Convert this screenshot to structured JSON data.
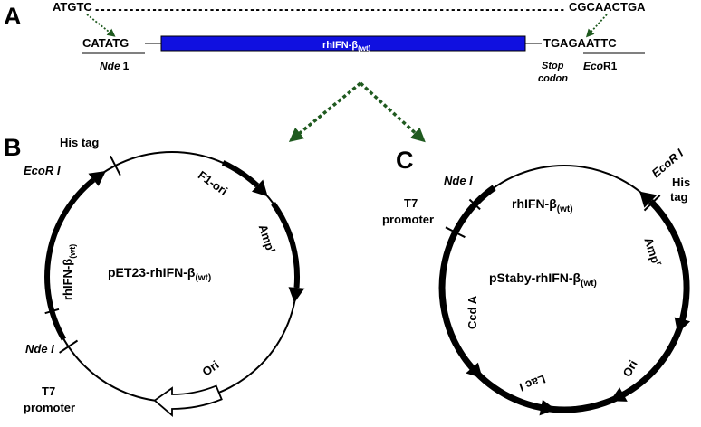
{
  "panel_labels": {
    "a": "A",
    "b": "B",
    "c": "C"
  },
  "panel_a": {
    "seq_start": "ATGTC",
    "seq_dots": "..................................................................................",
    "seq_end": "CGCAACTGA",
    "left_site_seq": "CATATG",
    "left_site_name": "Nde",
    "left_site_suffix": "1",
    "gene_label": "rhIFN-β",
    "gene_sub": "(wt)",
    "right_seq": "TGAGAATTC",
    "stop_line1": "Stop",
    "stop_line2": "codon",
    "right_site_name": "Eco",
    "right_site_suffix": "R1",
    "gene_color": "#1010e0"
  },
  "plasmid_b": {
    "name_main": "pET23-rhIFN-β",
    "name_sub": "(wt)",
    "his_tag": "His tag",
    "ecor": "EcoR I",
    "f1_ori": "F1-ori",
    "amp_main": "Amp",
    "amp_sup": "r",
    "gene_main": "rhIFN-β",
    "gene_sub": "(wt)",
    "nde": "Nde I",
    "t7_line1": "T7",
    "t7_line2": "promoter",
    "ori": "Ori"
  },
  "plasmid_c": {
    "name_main": "pStaby-rhIFN-β",
    "name_sub": "(wt)",
    "nde": "Nde I",
    "gene_main": "rhIFN-β",
    "gene_sub": "(wt)",
    "ecor": "EcoR I",
    "his_line1": "His",
    "his_line2": "tag",
    "t7_line1": "T7",
    "t7_line2": "promoter",
    "amp_main": "Amp",
    "amp_sup": "r",
    "ccda": "Ccd A",
    "ori": "Ori",
    "laci": "Lac I"
  },
  "colors": {
    "arrow_green": "#1f5a1f",
    "ink": "#000000"
  }
}
